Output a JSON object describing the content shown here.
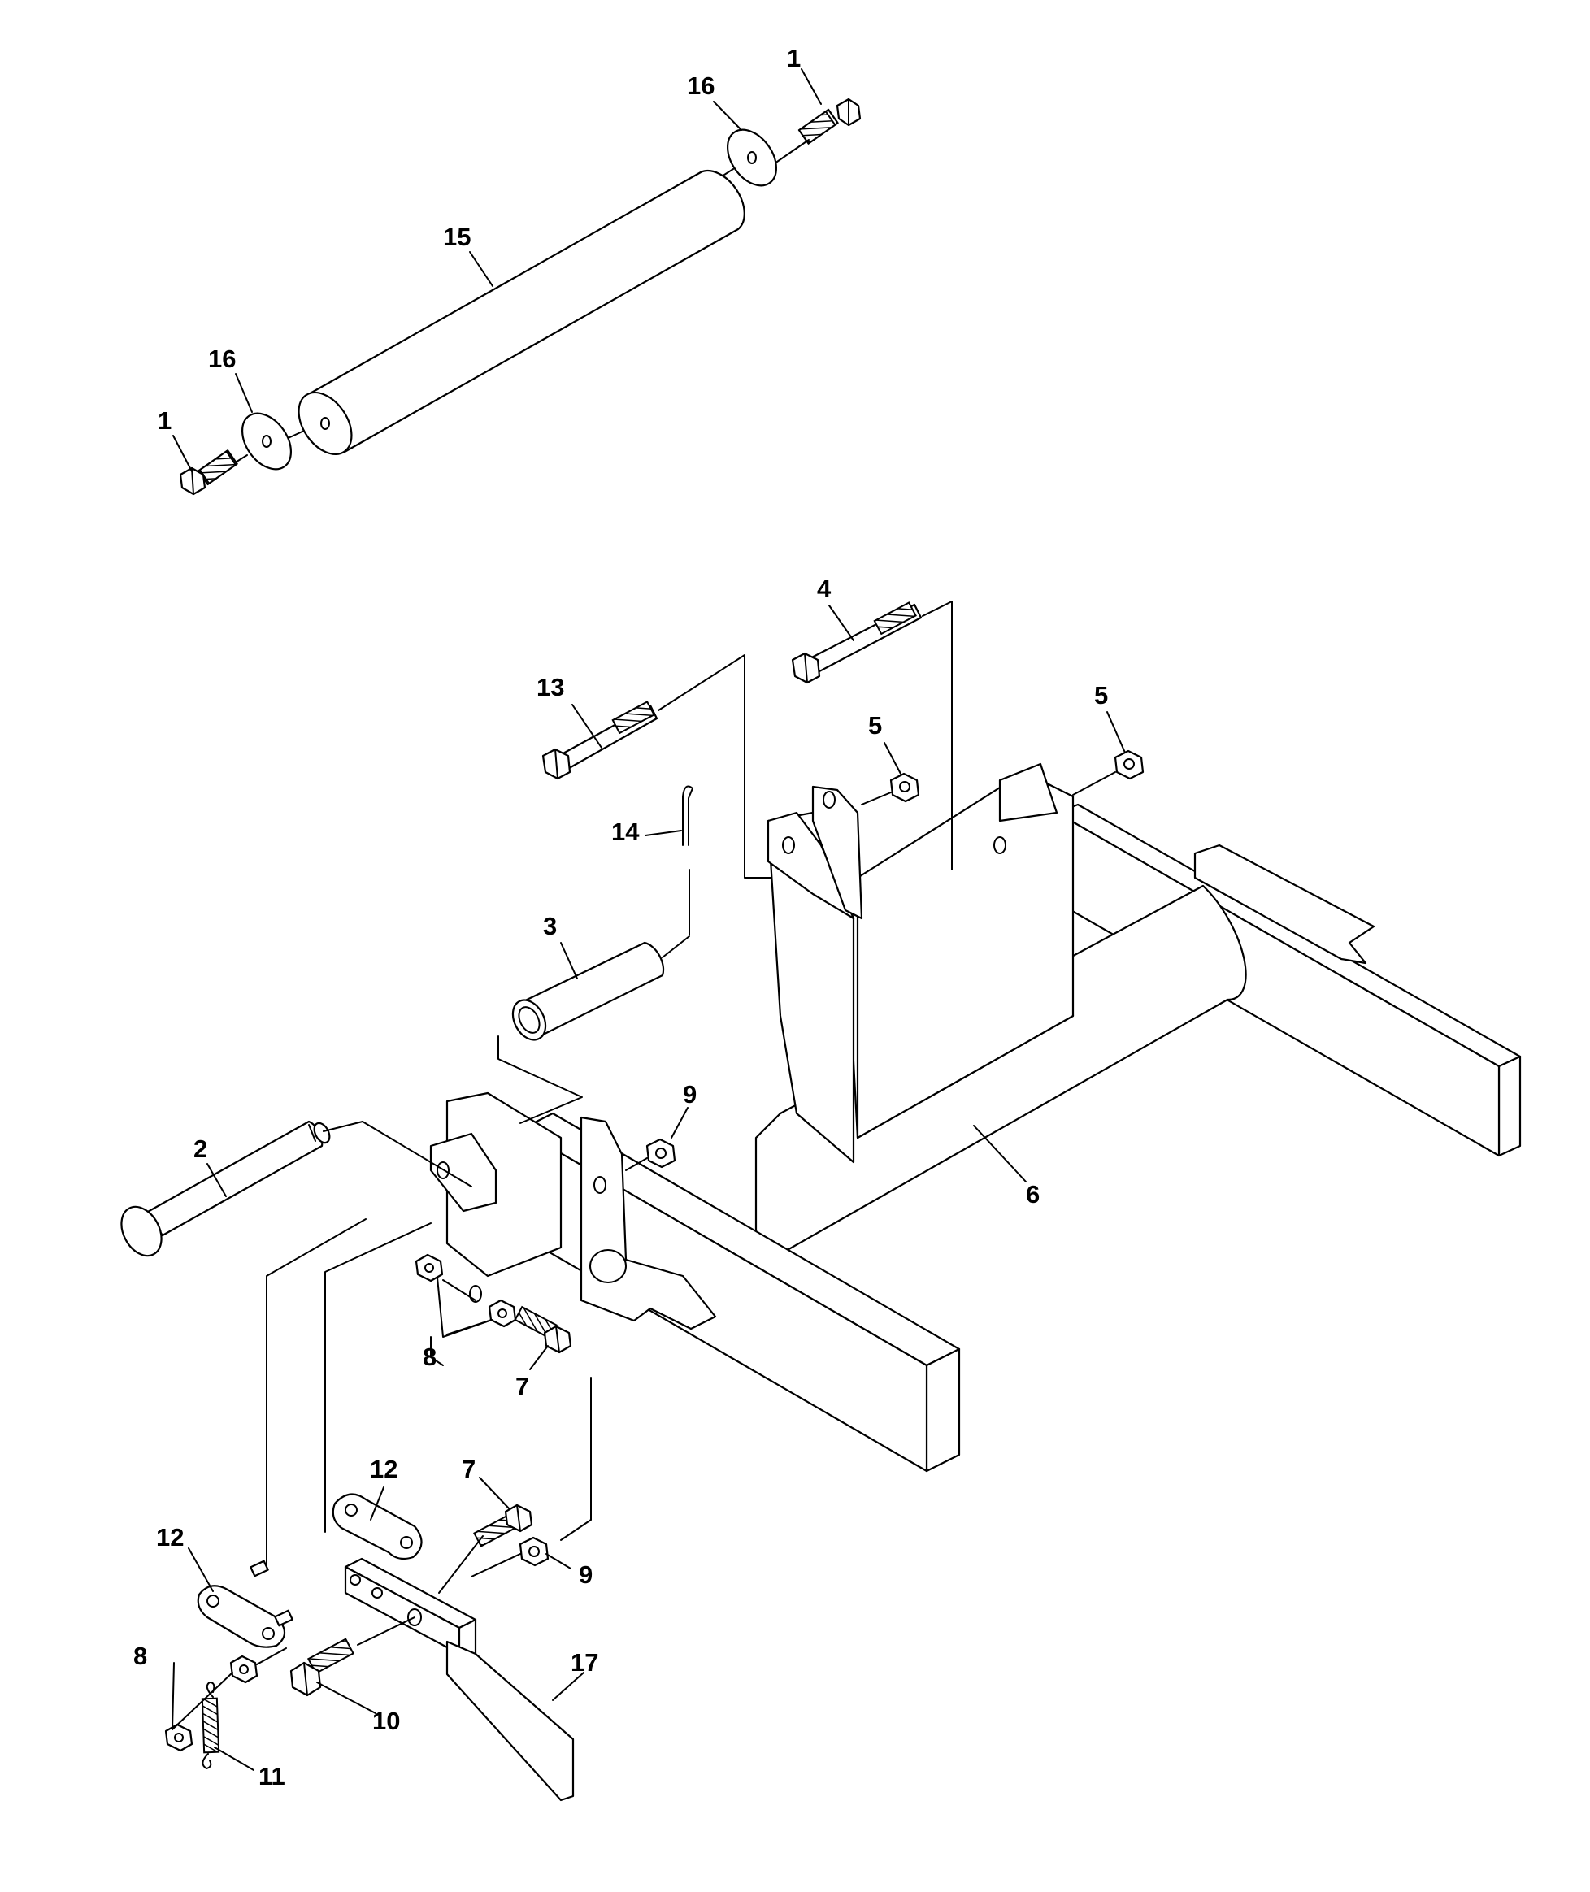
{
  "diagram": {
    "type": "exploded parts diagram",
    "colors": {
      "line": "#000000",
      "background": "#ffffff"
    },
    "callouts": [
      {
        "id": "c1a",
        "label": "1"
      },
      {
        "id": "c16a",
        "label": "16"
      },
      {
        "id": "c15",
        "label": "15"
      },
      {
        "id": "c16b",
        "label": "16"
      },
      {
        "id": "c1b",
        "label": "1"
      },
      {
        "id": "c4",
        "label": "4"
      },
      {
        "id": "c13",
        "label": "13"
      },
      {
        "id": "c5a",
        "label": "5"
      },
      {
        "id": "c5b",
        "label": "5"
      },
      {
        "id": "c14",
        "label": "14"
      },
      {
        "id": "c3",
        "label": "3"
      },
      {
        "id": "c9a",
        "label": "9"
      },
      {
        "id": "c2",
        "label": "2"
      },
      {
        "id": "c6",
        "label": "6"
      },
      {
        "id": "c8a",
        "label": "8"
      },
      {
        "id": "c7a",
        "label": "7"
      },
      {
        "id": "c12a",
        "label": "12"
      },
      {
        "id": "c7b",
        "label": "7"
      },
      {
        "id": "c12b",
        "label": "12"
      },
      {
        "id": "c9b",
        "label": "9"
      },
      {
        "id": "c8b",
        "label": "8"
      },
      {
        "id": "c17",
        "label": "17"
      },
      {
        "id": "c10",
        "label": "10"
      },
      {
        "id": "c11",
        "label": "11"
      }
    ]
  }
}
